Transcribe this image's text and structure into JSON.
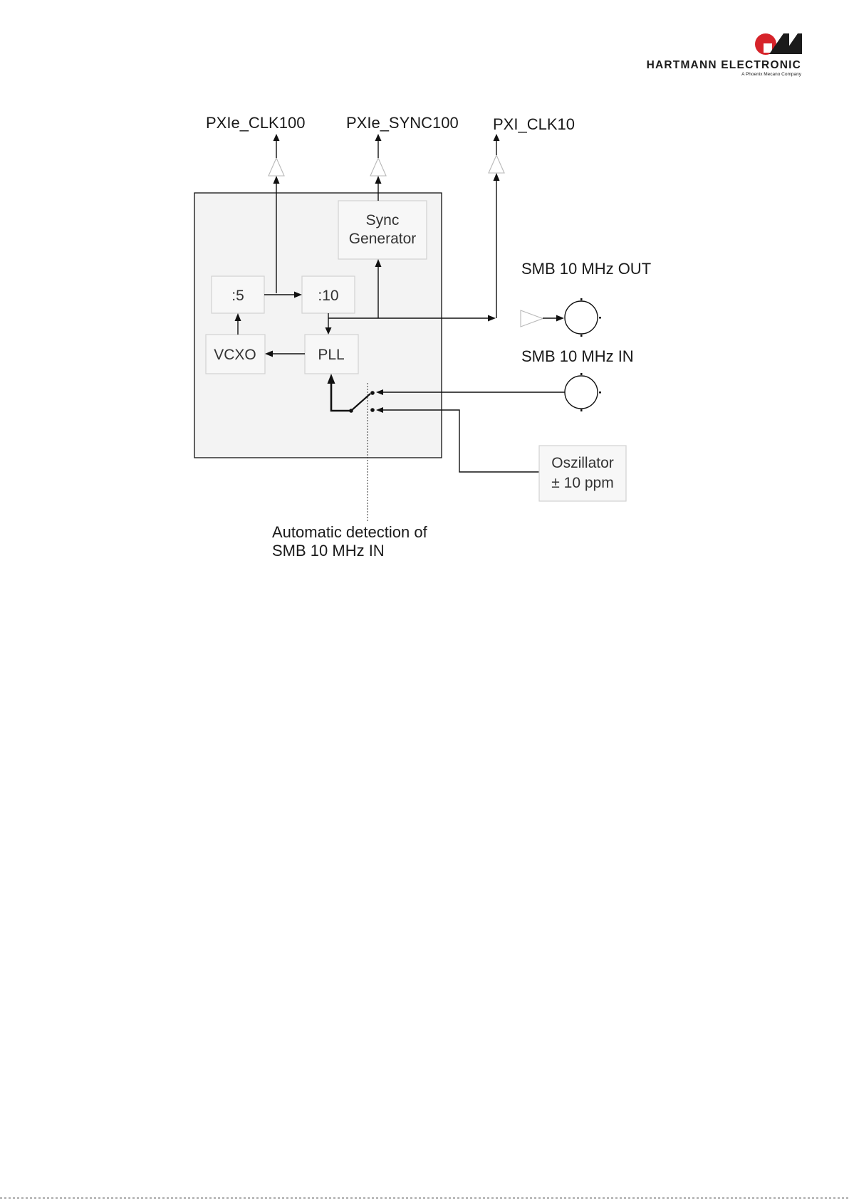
{
  "header": {
    "logo": {
      "company": "HARTMANN ELECTRONIC",
      "tagline": "A Phoenix Mecano Company",
      "mark_colors": {
        "circle": "#d6232a",
        "blocks": "#1b1b1b"
      }
    }
  },
  "diagram": {
    "signals_out": {
      "clk100": "PXIe_CLK100",
      "sync100": "PXIe_SYNC100",
      "clk10": "PXI_CLK10"
    },
    "blocks": {
      "sync_generator": [
        "Sync",
        "Generator"
      ],
      "div5": ":5",
      "div10": ":10",
      "vcxo": "VCXO",
      "pll": "PLL",
      "oscillator": [
        "Oszillator",
        "± 10 ppm"
      ]
    },
    "connectors": {
      "smb_out": "SMB 10 MHz OUT",
      "smb_in": "SMB 10 MHz IN"
    },
    "note": [
      "Automatic detection of",
      "SMB 10 MHz IN"
    ]
  }
}
